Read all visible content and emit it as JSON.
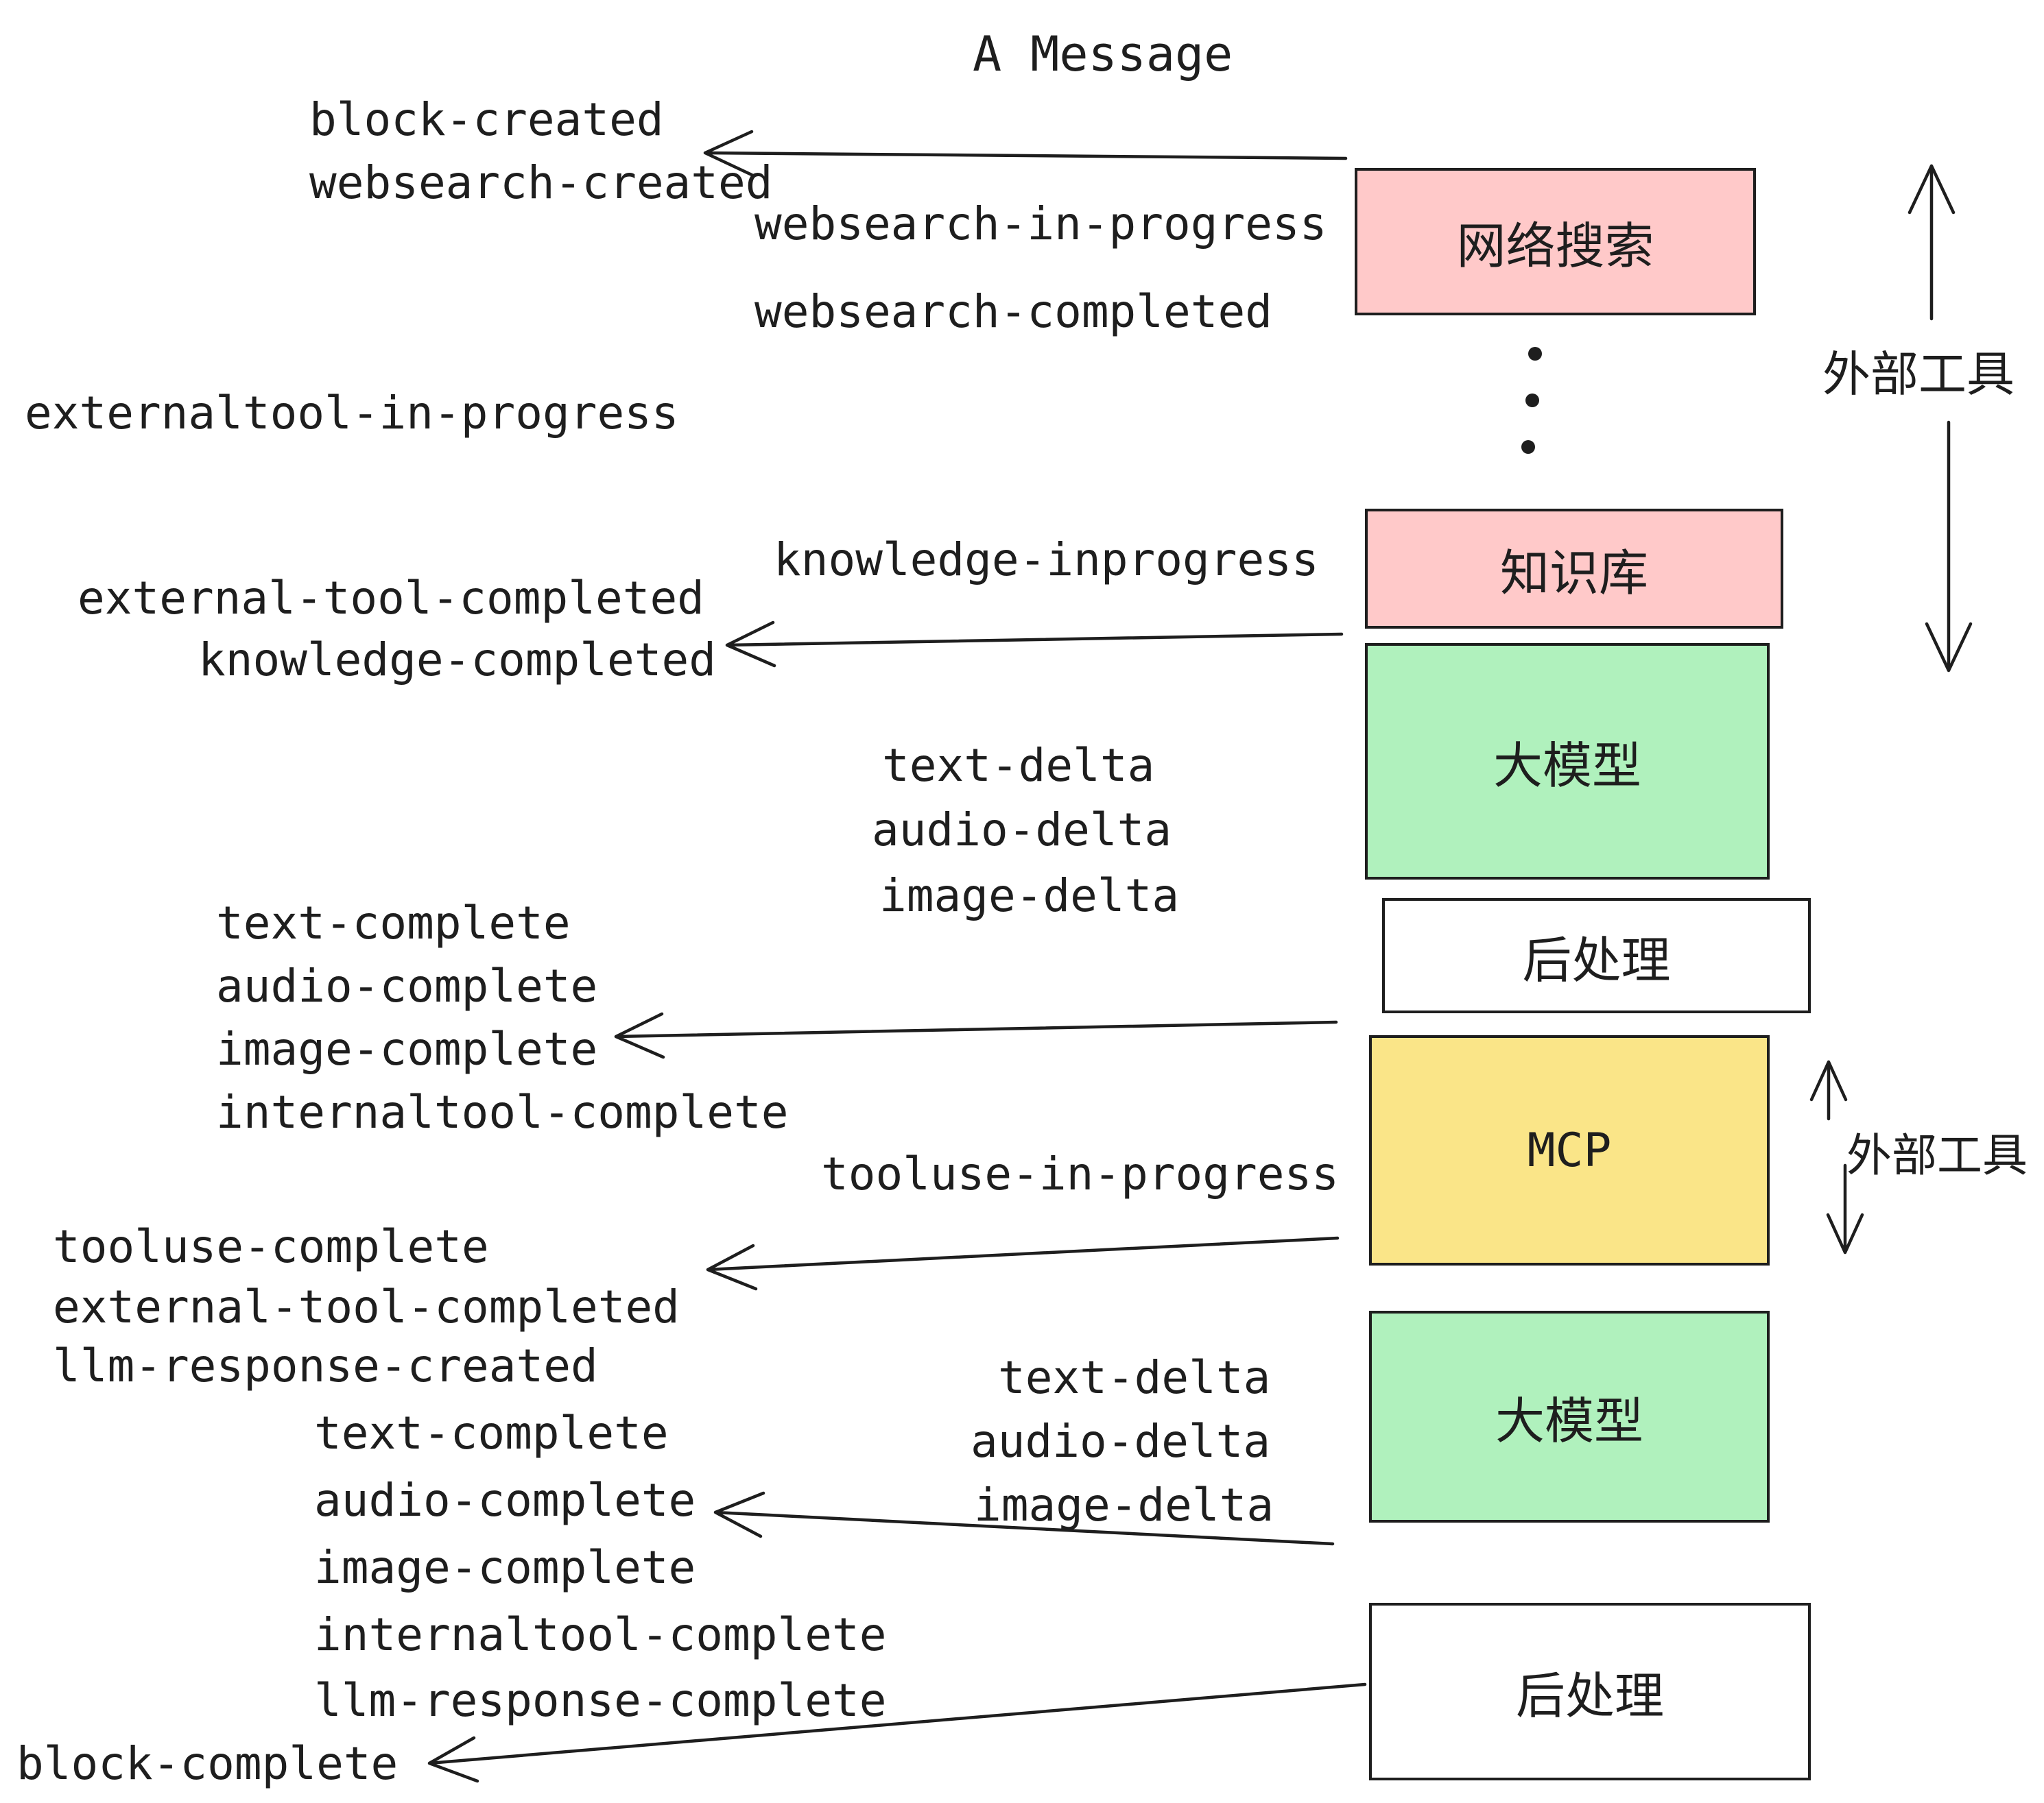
{
  "title": "A Message",
  "palette": {
    "ink": "#1e1e1e",
    "pink": "#ffc9c9",
    "green": "#b0f1bd",
    "yellow": "#fae588",
    "white": "#ffffff"
  },
  "boxes": {
    "websearch": {
      "label": "网络搜索",
      "color": "#ffc9c9"
    },
    "knowledge": {
      "label": "知识库",
      "color": "#ffc9c9"
    },
    "llm_1": {
      "label": "大模型",
      "color": "#b0f1bd"
    },
    "post_1": {
      "label": "后处理",
      "color": "#ffffff"
    },
    "mcp": {
      "label": "MCP",
      "color": "#fae588"
    },
    "llm_2": {
      "label": "大模型",
      "color": "#b0f1bd"
    },
    "post_2": {
      "label": "后处理",
      "color": "#ffffff"
    }
  },
  "side_labels": {
    "top": "外部工具",
    "bottom": "外部工具"
  },
  "events": {
    "top": {
      "block_created": "block-created",
      "websearch_created": "websearch-created",
      "websearch_in_progress": "websearch-in-progress",
      "websearch_completed": "websearch-completed",
      "externaltool_in_progress": "externaltool-in-progress"
    },
    "middle": {
      "knowledge_inprogress": "knowledge-inprogress",
      "external_tool_completed": "external-tool-completed",
      "knowledge_completed": "knowledge-completed",
      "text_delta": "text-delta",
      "audio_delta": "audio-delta",
      "image_delta": "image-delta"
    },
    "post_llm": {
      "text_complete": "text-complete",
      "audio_complete": "audio-complete",
      "image_complete": "image-complete",
      "internaltool_complete": "internaltool-complete",
      "tooluse_in_progress": "tooluse-in-progress"
    },
    "tool_round": {
      "tooluse_complete": "tooluse-complete",
      "external_tool_completed": "external-tool-completed",
      "llm_response_created": "llm-response-created",
      "text_delta": "text-delta",
      "audio_delta": "audio-delta",
      "image_delta": "image-delta"
    },
    "final": {
      "text_complete": "text-complete",
      "audio_complete": "audio-complete",
      "image_complete": "image-complete",
      "internaltool_complete": "internaltool-complete",
      "llm_response_complete": "llm-response-complete",
      "block_complete": "block-complete"
    }
  }
}
